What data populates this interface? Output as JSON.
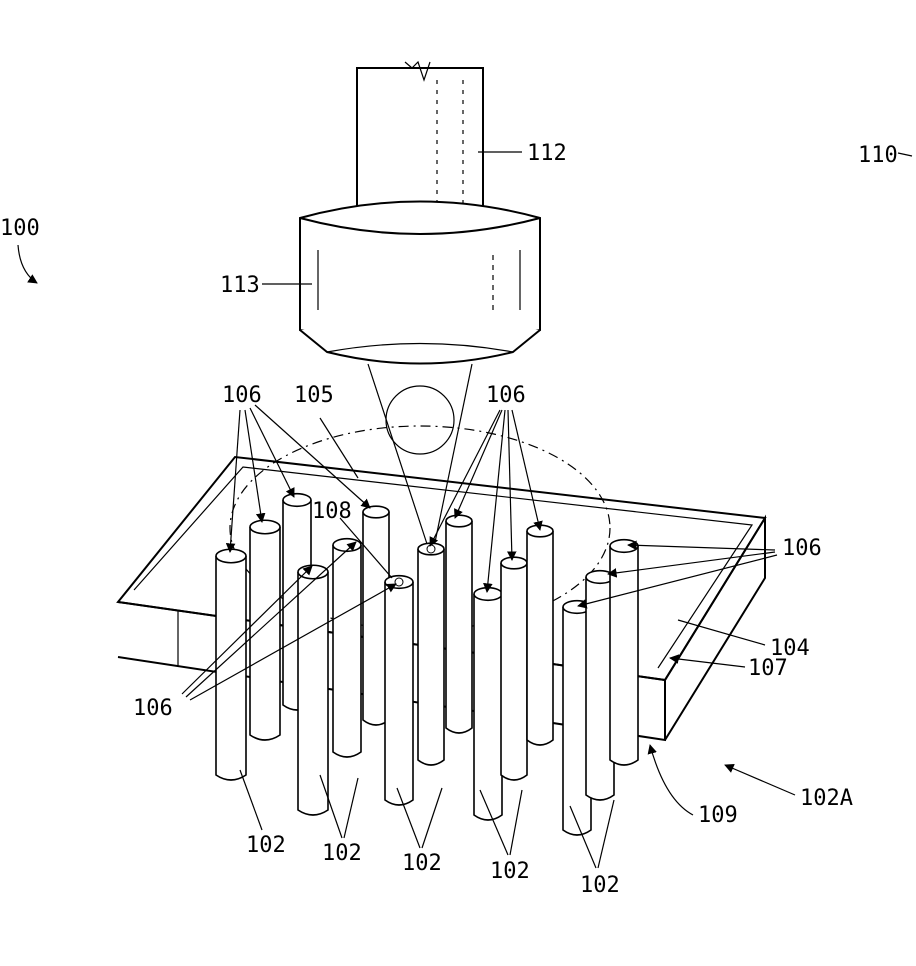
{
  "labels": {
    "l100": "100",
    "l110": "110",
    "l112": "112",
    "l113": "113",
    "l105": "105",
    "l108": "108",
    "l106": "106",
    "l104": "104",
    "l107": "107",
    "l109": "109",
    "l102a": "102A",
    "l102": "102"
  }
}
